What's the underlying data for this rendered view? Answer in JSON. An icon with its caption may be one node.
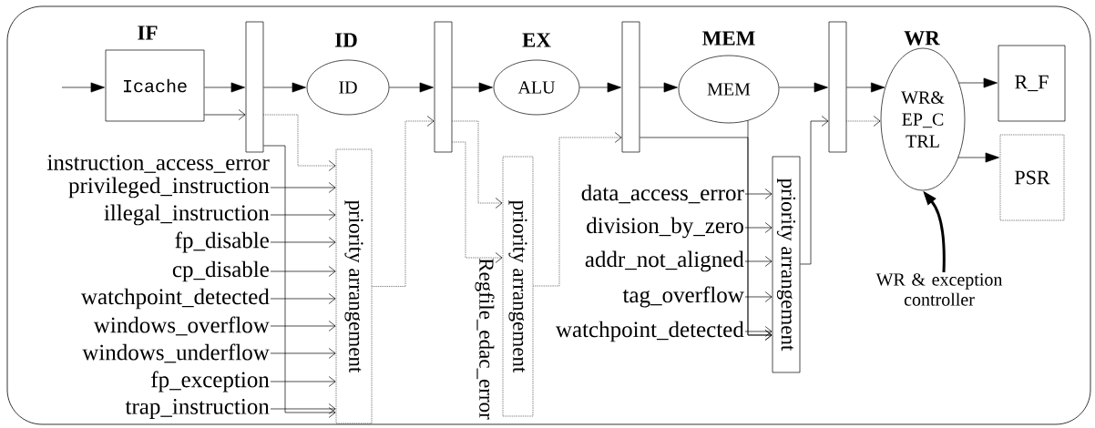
{
  "diagram": {
    "nodes": [
      {
        "text": [
          "IF",
          "Icache"
        ]
      },
      {
        "text": [],
        "shape": "bar"
      },
      {
        "text": [
          "ID",
          "ID"
        ]
      },
      {
        "text": [],
        "shape": "bar"
      },
      {
        "text": [
          "EX",
          "ALU"
        ]
      },
      {
        "text": [],
        "shape": "bar"
      },
      {
        "text": [
          "MEM",
          "MEM"
        ]
      },
      {
        "text": [],
        "shape": "bar"
      },
      {
        "text": [
          "WR",
          "WR& EP_C TRL"
        ]
      },
      {
        "text": [
          "R_F"
        ]
      },
      {
        "text": [
          "PSR"
        ]
      },
      {
        "text": [
          "priority arrangement"
        ]
      },
      {
        "text": [
          "priority arrangement"
        ],
        "beside": [
          "Regfile_edac_error"
        ]
      },
      {
        "text": [
          "priority arrangement"
        ]
      },
      {
        "text": [
          "privileged_instruction"
        ]
      },
      {
        "text": [
          "illegal_instruction"
        ]
      },
      {
        "text": [
          "fp_disable"
        ]
      },
      {
        "text": [
          "cp_disable"
        ]
      },
      {
        "text": [
          "watchpoint_detected"
        ]
      },
      {
        "text": [
          "windows_overflow"
        ]
      },
      {
        "text": [
          "windows_underflow"
        ]
      },
      {
        "text": [
          "fp_exception"
        ]
      },
      {
        "text": [
          "trap_instruction"
        ]
      },
      {
        "text": [
          "data_access_error"
        ]
      },
      {
        "text": [
          "division_by_zero"
        ]
      },
      {
        "text": [
          "addr_not_aligned"
        ]
      },
      {
        "text": [
          "tag_overflow"
        ]
      },
      {
        "text": [
          "watchpoint_detected"
        ]
      },
      {
        "text": [
          "WR & exception controller"
        ]
      }
    ],
    "edges": [
      {
        "from": null,
        "to": 0,
        "arrow": "to"
      },
      {
        "from": 0,
        "to": 1,
        "arrow": "to"
      },
      {
        "from": 1,
        "to": 2,
        "arrow": "to"
      },
      {
        "from": 2,
        "to": 3,
        "arrow": "to"
      },
      {
        "from": 3,
        "to": 4,
        "arrow": "to"
      },
      {
        "from": 4,
        "to": 5,
        "arrow": "to"
      },
      {
        "from": 5,
        "to": 6,
        "arrow": "to"
      },
      {
        "from": 6,
        "to": 7,
        "arrow": "to"
      },
      {
        "from": 7,
        "to": 8,
        "arrow": "to"
      },
      {
        "from": 8,
        "to": 9,
        "arrow": "to"
      },
      {
        "from": 8,
        "to": 10,
        "arrow": "to"
      },
      {
        "from": 0,
        "to": 1,
        "arrow": "to"
      },
      {
        "from": 1,
        "to": 11,
        "arrow": "to",
        "style": "dashed"
      },
      {
        "from": 1,
        "to": 11,
        "arrow": "to"
      },
      {
        "from": 14,
        "to": 11,
        "arrow": "to"
      },
      {
        "from": 15,
        "to": 11,
        "arrow": "to"
      },
      {
        "from": 16,
        "to": 11,
        "arrow": "to"
      },
      {
        "from": 17,
        "to": 11,
        "arrow": "to"
      },
      {
        "from": 18,
        "to": 11,
        "arrow": "to"
      },
      {
        "from": 19,
        "to": 11,
        "arrow": "to"
      },
      {
        "from": 20,
        "to": 11,
        "arrow": "to"
      },
      {
        "from": 21,
        "to": 11,
        "arrow": "to"
      },
      {
        "from": 22,
        "to": 11,
        "arrow": "to"
      },
      {
        "from": 11,
        "to": 3,
        "arrow": "to",
        "style": "dashed"
      },
      {
        "from": 3,
        "to": 12,
        "arrow": "to",
        "style": "dashed"
      },
      {
        "from": 3,
        "to": 12,
        "arrow": "to",
        "style": "dashed"
      },
      {
        "from": 12,
        "to": 5,
        "arrow": "to",
        "style": "dashed"
      },
      {
        "from": 5,
        "to": 13,
        "arrow": "to"
      },
      {
        "from": 6,
        "to": 13,
        "arrow": "to"
      },
      {
        "from": 23,
        "to": 13,
        "arrow": "to"
      },
      {
        "from": 24,
        "to": 13,
        "arrow": "to"
      },
      {
        "from": 25,
        "to": 13,
        "arrow": "to"
      },
      {
        "from": 26,
        "to": 13,
        "arrow": "to"
      },
      {
        "from": 27,
        "to": 13,
        "arrow": "to"
      },
      {
        "from": 13,
        "to": 7,
        "arrow": "to"
      },
      {
        "from": 7,
        "to": 8,
        "arrow": "to",
        "style": "dashed"
      },
      {
        "from": 28,
        "to": 8,
        "arrow": "to",
        "style": "thick"
      }
    ],
    "labels": [
      "instruction_access_error"
    ]
  }
}
